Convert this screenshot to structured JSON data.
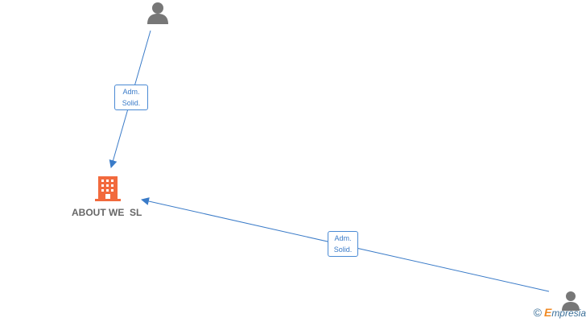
{
  "company": {
    "name": "ABOUT WE  SL"
  },
  "edges": [
    {
      "line1": "Adm.",
      "line2": "Solid."
    },
    {
      "line1": "Adm.",
      "line2": "Solid."
    }
  ],
  "watermark": {
    "symbol": "©",
    "initial": "E",
    "brand": "mpresia"
  },
  "colors": {
    "edge": "#3a7bc8",
    "company_icon": "#f26a3d",
    "person_icon": "#777777"
  },
  "icons": [
    "person-icon",
    "building-icon"
  ]
}
